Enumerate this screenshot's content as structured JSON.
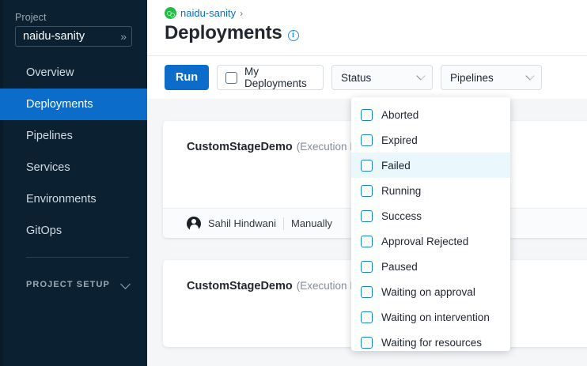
{
  "sidebar": {
    "project_label": "Project",
    "project_value": "naidu-sanity",
    "project_chevron": "»",
    "items": [
      {
        "label": "Overview"
      },
      {
        "label": "Deployments"
      },
      {
        "label": "Pipelines"
      },
      {
        "label": "Services"
      },
      {
        "label": "Environments"
      },
      {
        "label": "GitOps"
      }
    ],
    "project_setup_label": "PROJECT SETUP"
  },
  "header": {
    "breadcrumb_link": "naidu-sanity",
    "breadcrumb_separator": "›",
    "title": "Deployments",
    "info_glyph": "i"
  },
  "toolbar": {
    "run_label": "Run",
    "my_deployments_label": "My Deployments",
    "status_label": "Status",
    "pipelines_label": "Pipelines"
  },
  "status_dropdown": {
    "options": [
      {
        "label": "Aborted",
        "highlighted": false
      },
      {
        "label": "Expired",
        "highlighted": false
      },
      {
        "label": "Failed",
        "highlighted": true
      },
      {
        "label": "Running",
        "highlighted": false
      },
      {
        "label": "Success",
        "highlighted": false
      },
      {
        "label": "Approval Rejected",
        "highlighted": false
      },
      {
        "label": "Paused",
        "highlighted": false
      },
      {
        "label": "Waiting on approval",
        "highlighted": false
      },
      {
        "label": "Waiting on intervention",
        "highlighted": false
      },
      {
        "label": "Waiting for resources",
        "highlighted": false
      }
    ]
  },
  "cards": [
    {
      "title": "CustomStageDemo",
      "execution": "(Execution Id",
      "user": "Sahil Hindwani",
      "divider": "|",
      "trigger": "Manually"
    },
    {
      "title": "CustomStageDemo",
      "execution": "(Execution Id"
    }
  ],
  "colors": {
    "sidebar_bg": "#0b2031",
    "accent_blue": "#0b6cc9",
    "highlight_row": "#eaf7fd",
    "content_bg": "#f4f6f8",
    "breadcrumb_green": "#22bb44"
  }
}
